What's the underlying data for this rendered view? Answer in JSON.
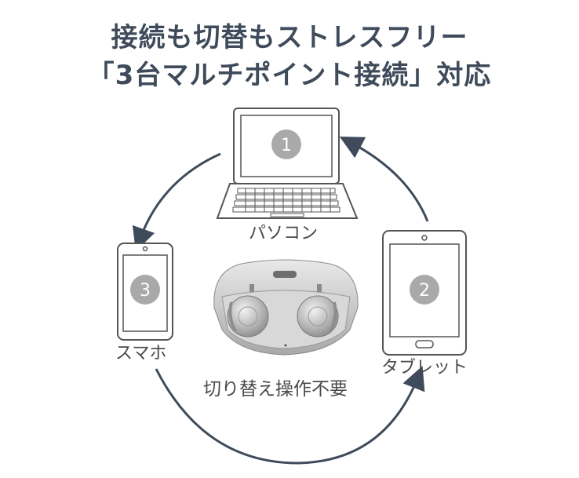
{
  "headline": {
    "line1": "接続も切替もストレスフリー",
    "line2": "「3台マルチポイント接続」対応"
  },
  "devices": {
    "pc": {
      "number": "1",
      "label": "パソコン"
    },
    "tablet": {
      "number": "2",
      "label": "タブレット"
    },
    "phone": {
      "number": "3",
      "label": "スマホ"
    }
  },
  "note": "切り替え操作不要",
  "colors": {
    "title": "#3f4b5a",
    "arrow": "#3f4b5a",
    "device_outline": "#555555",
    "screen": "#ffffff",
    "badge": "#a9a9a9"
  },
  "icons": [
    "laptop-icon",
    "tablet-icon",
    "smartphone-icon",
    "earbuds-case-icon",
    "cycle-arrow-icon"
  ]
}
